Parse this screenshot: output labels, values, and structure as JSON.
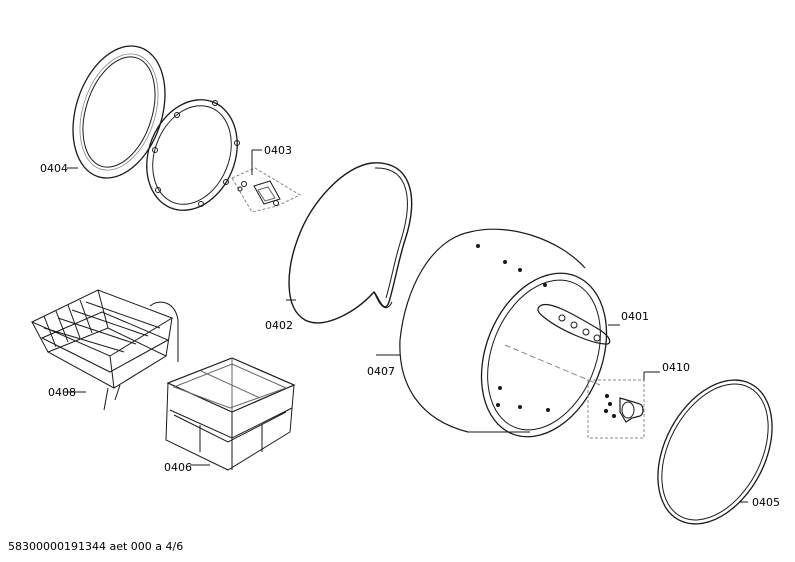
{
  "labels": {
    "p0404": "0404",
    "p0403": "0403",
    "p0402": "0402",
    "p0408": "0408",
    "p0406": "0406",
    "p0407": "0407",
    "p0401": "0401",
    "p0410": "0410",
    "p0405": "0405"
  },
  "footer": "58300000191344 aet 000 a 4/6"
}
